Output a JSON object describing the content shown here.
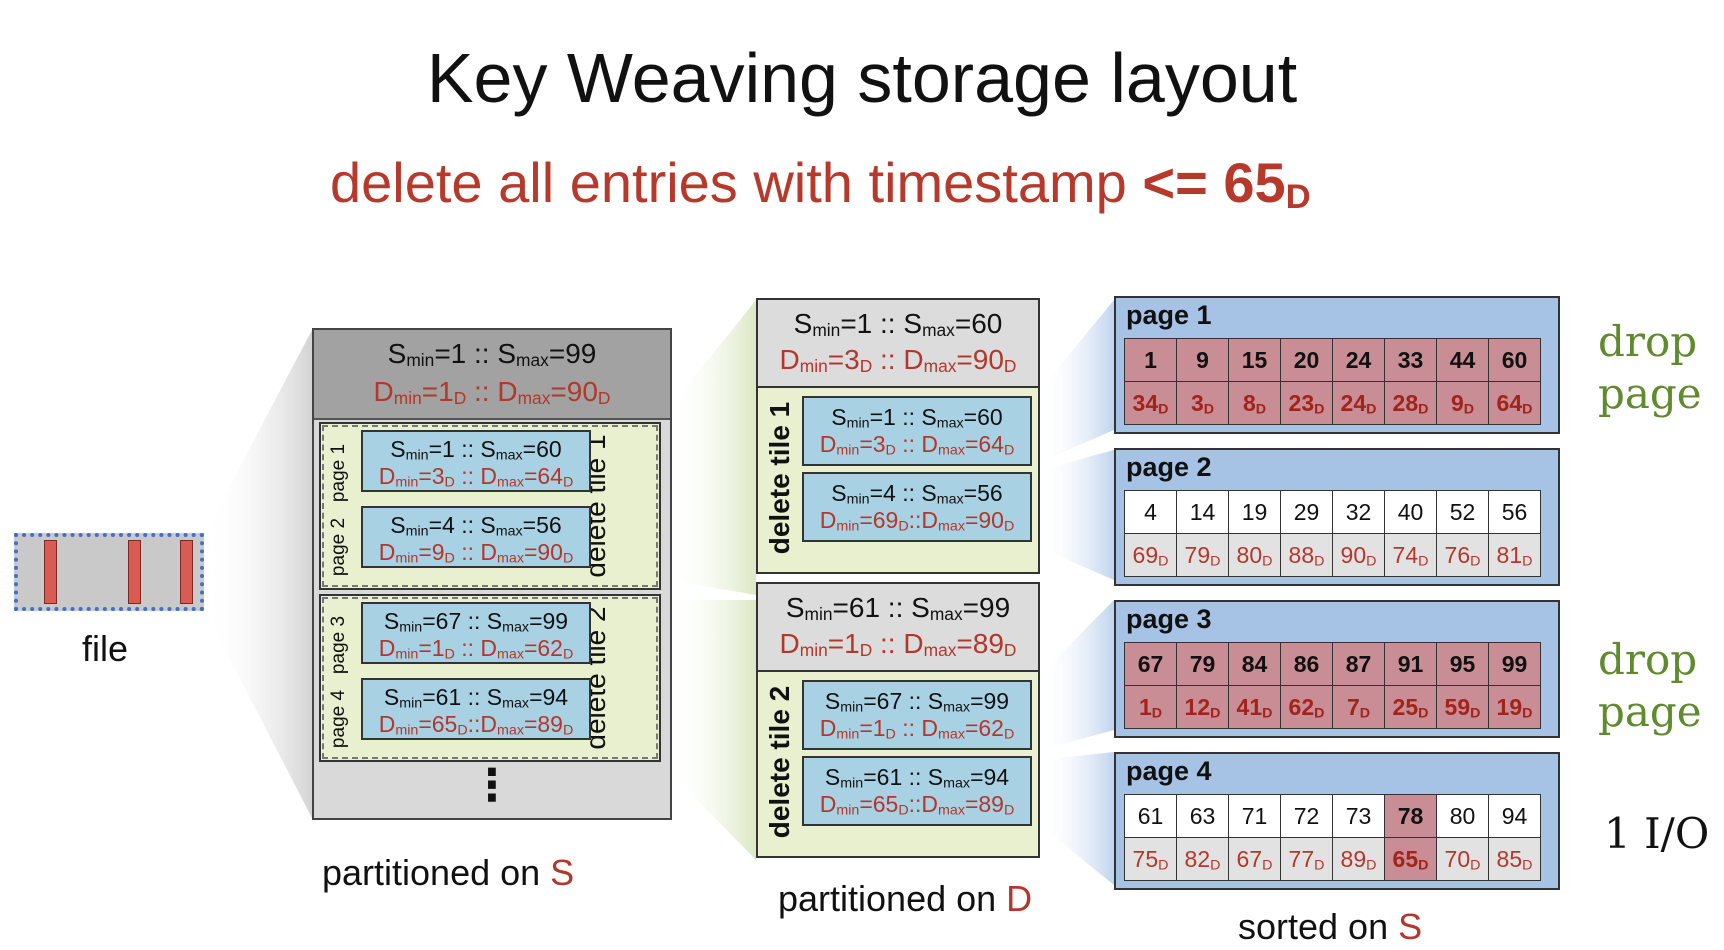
{
  "title": "Key Weaving storage layout",
  "subtitle": {
    "text": "delete all entries with timestamp ",
    "op": "<= 65",
    "sub": "D"
  },
  "file": {
    "label": "file"
  },
  "s_partition": {
    "caption_prefix": "partitioned on ",
    "caption_key": "S",
    "header": {
      "s": "S",
      "min": "min",
      "max": "max",
      "smin": "=1 :: ",
      "smax": "=99",
      "d": "D",
      "dmin": "=1",
      "dsub": "D",
      "sep": " :: ",
      "dmax": "=90"
    },
    "tiles": [
      {
        "label": "delete tile 1",
        "pages": [
          {
            "label": "page 1",
            "smin": "1",
            "smax": "60",
            "dmin": "3",
            "dmax": "64",
            "tight": false
          },
          {
            "label": "page 2",
            "smin": "4",
            "smax": "56",
            "dmin": "9",
            "dmax": "90",
            "tight": false
          }
        ]
      },
      {
        "label": "delete tile 2",
        "pages": [
          {
            "label": "page 3",
            "smin": "67",
            "smax": "99",
            "dmin": "1",
            "dmax": "62",
            "tight": false
          },
          {
            "label": "page 4",
            "smin": "61",
            "smax": "94",
            "dmin": "65",
            "dmax": "89",
            "tight": true
          }
        ]
      }
    ],
    "ellipsis": "⋮"
  },
  "d_partition": {
    "caption_prefix": "partitioned on ",
    "caption_key": "D",
    "tiles": [
      {
        "label": "delete tile 1",
        "smin": "1",
        "smax": "60",
        "dmin": "3",
        "dmax": "90",
        "pages": [
          {
            "smin": "1",
            "smax": "60",
            "dmin": "3",
            "dmax": "64",
            "tight": false
          },
          {
            "smin": "4",
            "smax": "56",
            "dmin": "69",
            "dmax": "90",
            "tight": true
          }
        ]
      },
      {
        "label": "delete tile 2",
        "smin": "61",
        "smax": "99",
        "dmin": "1",
        "dmax": "89",
        "pages": [
          {
            "smin": "67",
            "smax": "99",
            "dmin": "1",
            "dmax": "62",
            "tight": false
          },
          {
            "smin": "61",
            "smax": "94",
            "dmin": "65",
            "dmax": "89",
            "tight": true
          }
        ]
      }
    ]
  },
  "sorted": {
    "caption_prefix": "sorted on ",
    "caption_key": "S",
    "pages": [
      {
        "title": "page 1",
        "keys": [
          "1",
          "9",
          "15",
          "20",
          "24",
          "33",
          "44",
          "60"
        ],
        "ts": [
          "34",
          "3",
          "8",
          "23",
          "24",
          "28",
          "9",
          "64"
        ],
        "highlight": "all",
        "note": [
          "drop",
          "page"
        ]
      },
      {
        "title": "page 2",
        "keys": [
          "4",
          "14",
          "19",
          "29",
          "32",
          "40",
          "52",
          "56"
        ],
        "ts": [
          "69",
          "79",
          "80",
          "88",
          "90",
          "74",
          "76",
          "81"
        ],
        "highlight": "none",
        "note": []
      },
      {
        "title": "page 3",
        "keys": [
          "67",
          "79",
          "84",
          "86",
          "87",
          "91",
          "95",
          "99"
        ],
        "ts": [
          "1",
          "12",
          "41",
          "62",
          "7",
          "25",
          "59",
          "19"
        ],
        "highlight": "all",
        "note": [
          "drop",
          "page"
        ]
      },
      {
        "title": "page 4",
        "keys": [
          "61",
          "63",
          "71",
          "72",
          "73",
          "78",
          "80",
          "94"
        ],
        "ts": [
          "75",
          "82",
          "67",
          "77",
          "89",
          "65",
          "70",
          "85"
        ],
        "highlight": [
          5
        ],
        "note": [
          "1 I/O"
        ]
      }
    ],
    "ts_sub": "D"
  },
  "colors": {
    "accent_red": "#b7392c",
    "note_green": "#5f8a2d",
    "tile_green": "#e9f0cf",
    "page_blue": "#a9d1e4",
    "sorted_blue": "#a6c3e6",
    "drop_pink": "#c98e95"
  }
}
